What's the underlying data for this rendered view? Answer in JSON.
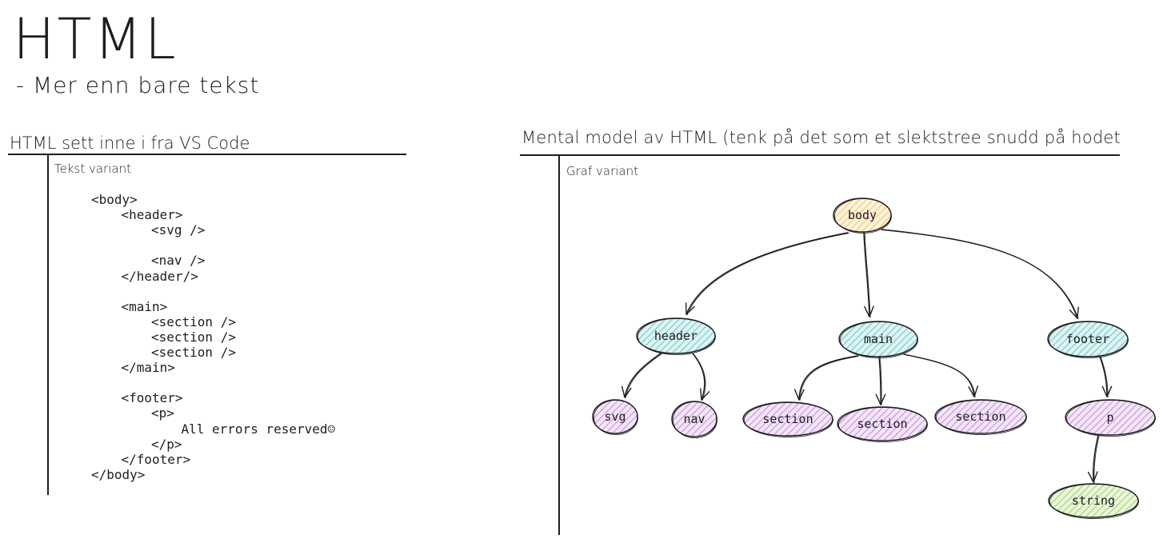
{
  "title": "HTML",
  "subtitle": "- Mer enn bare tekst",
  "left_panel": {
    "heading": "HTML sett inne i fra VS Code",
    "variant_label": "Tekst variant",
    "code_lines": [
      {
        "indent": 0,
        "text": "<body>"
      },
      {
        "indent": 1,
        "text": "<header>"
      },
      {
        "indent": 2,
        "text": "<svg />"
      },
      {
        "indent": 2,
        "text": ""
      },
      {
        "indent": 2,
        "text": "<nav />"
      },
      {
        "indent": 1,
        "text": "</header/>"
      },
      {
        "indent": 1,
        "text": ""
      },
      {
        "indent": 1,
        "text": "<main>"
      },
      {
        "indent": 2,
        "text": "<section />"
      },
      {
        "indent": 2,
        "text": "<section />"
      },
      {
        "indent": 2,
        "text": "<section />"
      },
      {
        "indent": 1,
        "text": "</main>"
      },
      {
        "indent": 1,
        "text": ""
      },
      {
        "indent": 1,
        "text": "<footer>"
      },
      {
        "indent": 2,
        "text": "<p>"
      },
      {
        "indent": 3,
        "text": "All errors reserved☺"
      },
      {
        "indent": 2,
        "text": "</p>"
      },
      {
        "indent": 1,
        "text": "</footer>"
      },
      {
        "indent": 0,
        "text": "</body>"
      }
    ]
  },
  "right_panel": {
    "heading": "Mental model av HTML (tenk på det som et slektstree snudd på hodet",
    "variant_label": "Graf variant",
    "colors": {
      "root": "#f5c66b",
      "container": "#6dc9cc",
      "leaf": "#c98ee0",
      "text": "#9fd36a",
      "stroke": "#1e1e1e"
    },
    "nodes": [
      {
        "id": "body",
        "label": "body",
        "kind": "root"
      },
      {
        "id": "header",
        "label": "header",
        "kind": "container"
      },
      {
        "id": "main",
        "label": "main",
        "kind": "container"
      },
      {
        "id": "footer",
        "label": "footer",
        "kind": "container"
      },
      {
        "id": "svg",
        "label": "svg",
        "kind": "leaf"
      },
      {
        "id": "nav",
        "label": "nav",
        "kind": "leaf"
      },
      {
        "id": "section1",
        "label": "section",
        "kind": "leaf"
      },
      {
        "id": "section2",
        "label": "section",
        "kind": "leaf"
      },
      {
        "id": "section3",
        "label": "section",
        "kind": "leaf"
      },
      {
        "id": "p",
        "label": "p",
        "kind": "leaf"
      },
      {
        "id": "string",
        "label": "string",
        "kind": "text"
      }
    ],
    "edges": [
      {
        "from": "body",
        "to": "header"
      },
      {
        "from": "body",
        "to": "main"
      },
      {
        "from": "body",
        "to": "footer"
      },
      {
        "from": "header",
        "to": "svg"
      },
      {
        "from": "header",
        "to": "nav"
      },
      {
        "from": "main",
        "to": "section1"
      },
      {
        "from": "main",
        "to": "section2"
      },
      {
        "from": "main",
        "to": "section3"
      },
      {
        "from": "footer",
        "to": "p"
      },
      {
        "from": "p",
        "to": "string"
      }
    ]
  }
}
